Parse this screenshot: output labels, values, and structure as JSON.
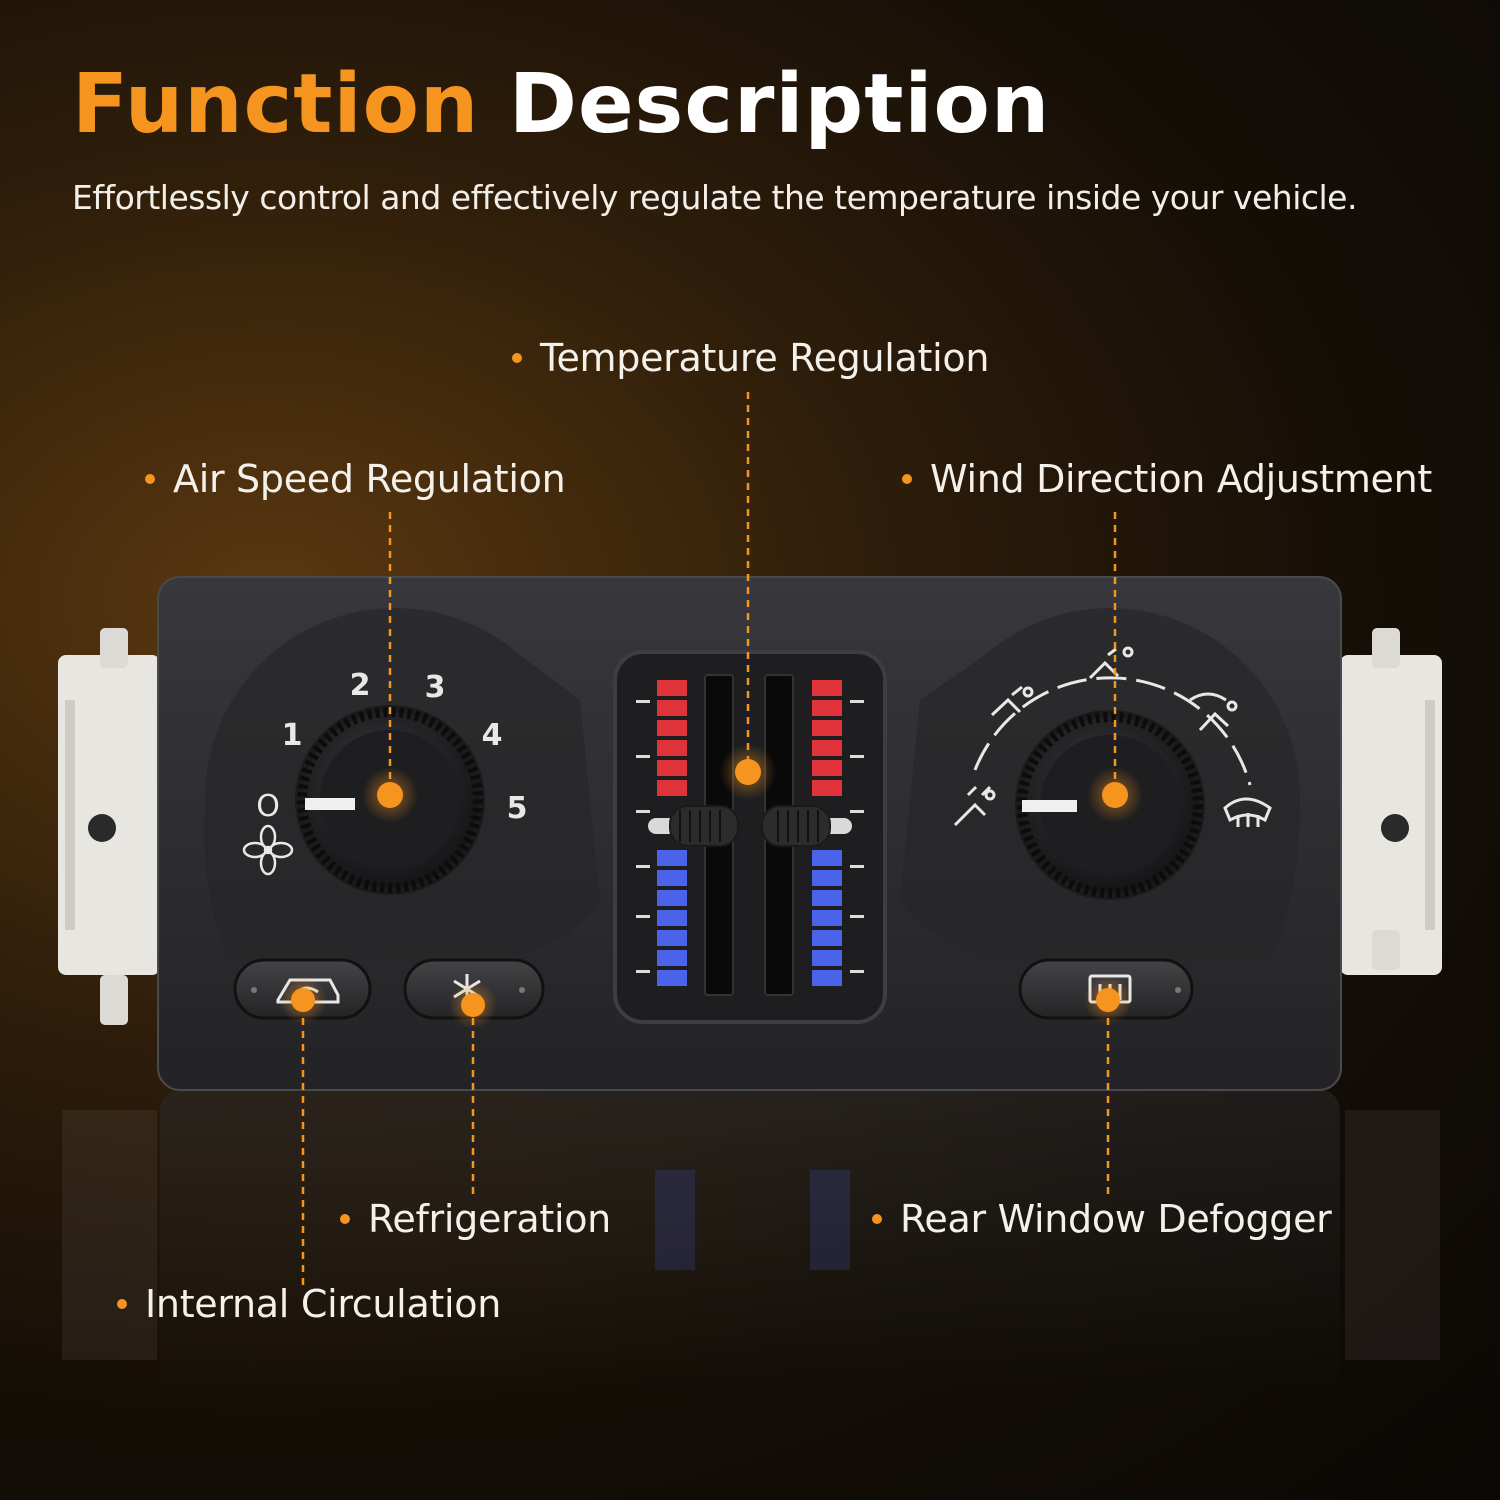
{
  "header": {
    "title_accent": "Function",
    "title_main": "Description",
    "subtitle": "Effortlessly control and effectively regulate the temperature inside your vehicle."
  },
  "callouts": {
    "temperature": "Temperature Regulation",
    "air_speed": "Air Speed Regulation",
    "wind_direction": "Wind Direction Adjustment",
    "refrigeration": "Refrigeration",
    "rear_defogger": "Rear Window Defogger",
    "internal_circulation": "Internal Circulation"
  },
  "fan_dial": {
    "speeds": [
      "O",
      "1",
      "2",
      "3",
      "4",
      "5"
    ]
  },
  "colors": {
    "accent": "#f5941e",
    "hot": "#e0343a",
    "cold": "#4a63e8",
    "panel": "#2b2b2e"
  },
  "icons": [
    "fan-icon",
    "recirculation-icon",
    "ac-snowflake-icon",
    "rear-defrost-icon",
    "front-defrost-icon",
    "vent-icon",
    "bi-level-icon",
    "floor-icon",
    "floor-defrost-icon"
  ]
}
